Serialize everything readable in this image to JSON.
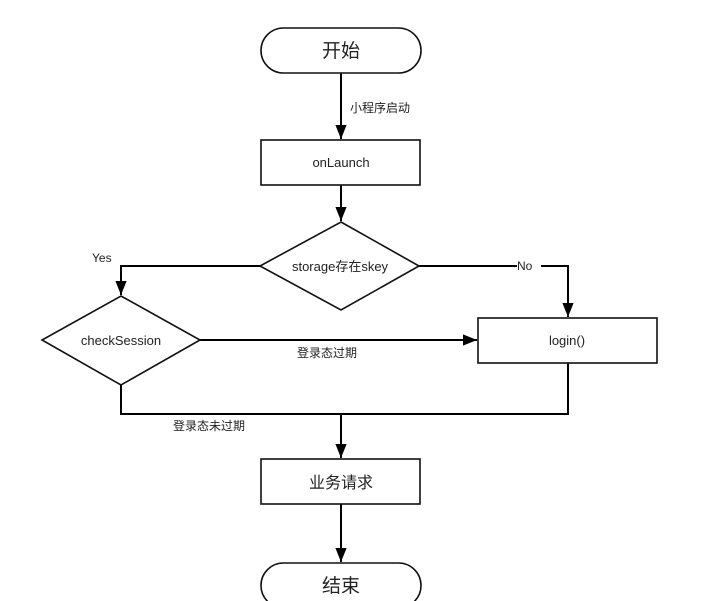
{
  "diagram": {
    "type": "flowchart",
    "nodes": {
      "start": {
        "label": "开始",
        "shape": "terminal"
      },
      "onlaunch": {
        "label": "onLaunch",
        "shape": "process"
      },
      "storage_check": {
        "label": "storage存在skey",
        "shape": "decision"
      },
      "check_session": {
        "label": "checkSession",
        "shape": "decision"
      },
      "login": {
        "label": "login()",
        "shape": "process"
      },
      "business": {
        "label": "业务请求",
        "shape": "process"
      },
      "end": {
        "label": "结束",
        "shape": "terminal"
      }
    },
    "edges": {
      "start_to_onlaunch": {
        "from": "start",
        "to": "onlaunch",
        "label": "小程序启动"
      },
      "onlaunch_to_storage": {
        "from": "onlaunch",
        "to": "storage_check",
        "label": ""
      },
      "storage_yes": {
        "from": "storage_check",
        "to": "check_session",
        "label": "Yes"
      },
      "storage_no": {
        "from": "storage_check",
        "to": "login",
        "label": "No"
      },
      "session_expired": {
        "from": "check_session",
        "to": "login",
        "label": "登录态过期"
      },
      "session_valid": {
        "from": "check_session",
        "to": "business",
        "label": "登录态未过期"
      },
      "login_to_business": {
        "from": "login",
        "to": "business",
        "label": ""
      },
      "business_to_end": {
        "from": "business",
        "to": "end",
        "label": ""
      }
    }
  }
}
